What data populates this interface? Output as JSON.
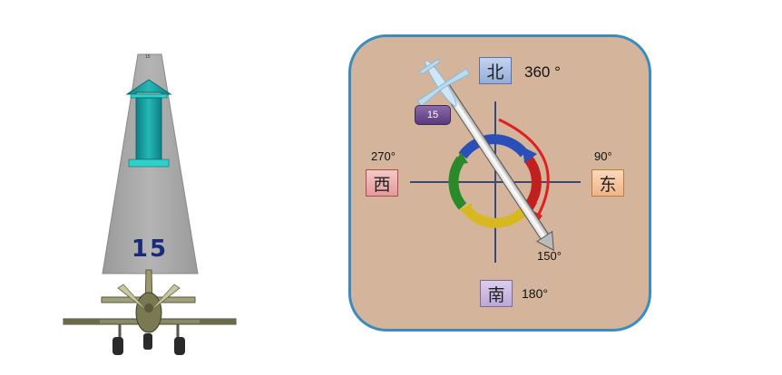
{
  "runway": {
    "number": "15",
    "top_marking": "15"
  },
  "compass": {
    "north": {
      "glyph": "北",
      "degree": "360  °"
    },
    "east": {
      "glyph": "东",
      "degree": "90°"
    },
    "south": {
      "glyph": "南",
      "degree": "180°"
    },
    "west": {
      "glyph": "西",
      "degree": "270°"
    },
    "heading_degree": "150°",
    "aircraft_tag": "15"
  },
  "colors": {
    "panel_bg": "#d4b59c",
    "panel_border": "#3a8cc0",
    "runway_gray": "#a8a8a8",
    "arrow_teal": "#1a9ca0",
    "turn_arrow": "#e02020"
  }
}
